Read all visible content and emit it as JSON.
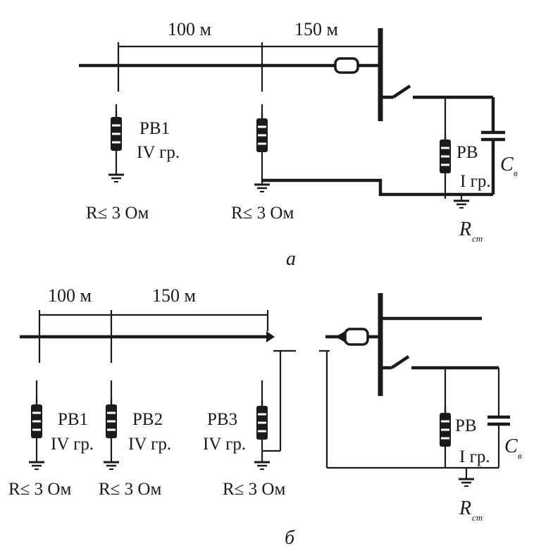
{
  "diagram_a": {
    "dist_1": "100 м",
    "dist_2": "150 м",
    "arrester_1_name": "РВ1",
    "arrester_1_group": "IV гр.",
    "arrester_1_r": "R≤ 3 Ом",
    "arrester_2_r": "R≤ 3 Ом",
    "station_arrester_name": "РВ",
    "station_arrester_group": "I гр.",
    "cap_label": "C",
    "cap_sub": "в",
    "rst_label": "R",
    "rst_sub": "ст",
    "caption": "а"
  },
  "diagram_b": {
    "dist_1": "100 м",
    "dist_2": "150 м",
    "arrester_1_name": "РВ1",
    "arrester_1_group": "IV гр.",
    "arrester_1_r": "R≤ 3 Ом",
    "arrester_2_name": "РВ2",
    "arrester_2_group": "IV гр.",
    "arrester_2_r": "R≤ 3 Ом",
    "arrester_3_name": "РВ3",
    "arrester_3_group": "IV гр.",
    "arrester_3_r": "R≤ 3 Ом",
    "station_arrester_name": "РВ",
    "station_arrester_group": "I гр.",
    "cap_label": "C",
    "cap_sub": "в",
    "rst_label": "R",
    "rst_sub": "ст",
    "caption": "б"
  }
}
